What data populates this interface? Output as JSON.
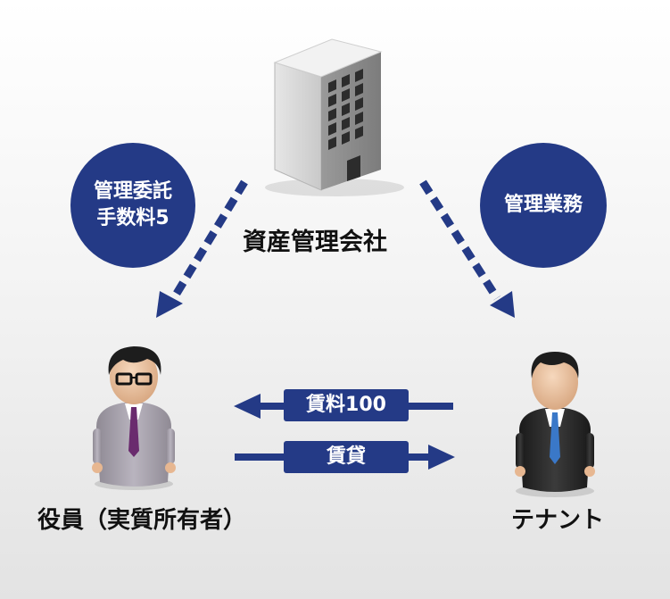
{
  "company": {
    "label": "資産管理会社"
  },
  "left_circle": {
    "text": "管理委託\n手数料5"
  },
  "right_circle": {
    "text": "管理業務"
  },
  "owner": {
    "label": "役員（実質所有者）"
  },
  "tenant": {
    "label": "テナント"
  },
  "flows": {
    "rent": "賃料100",
    "lease": "賃貸"
  },
  "colors": {
    "accent": "#243a86",
    "background": "#f0f0f0"
  },
  "icons": {
    "building": "office-building-icon",
    "owner": "businessman-with-glasses-icon",
    "tenant": "businessman-icon"
  }
}
